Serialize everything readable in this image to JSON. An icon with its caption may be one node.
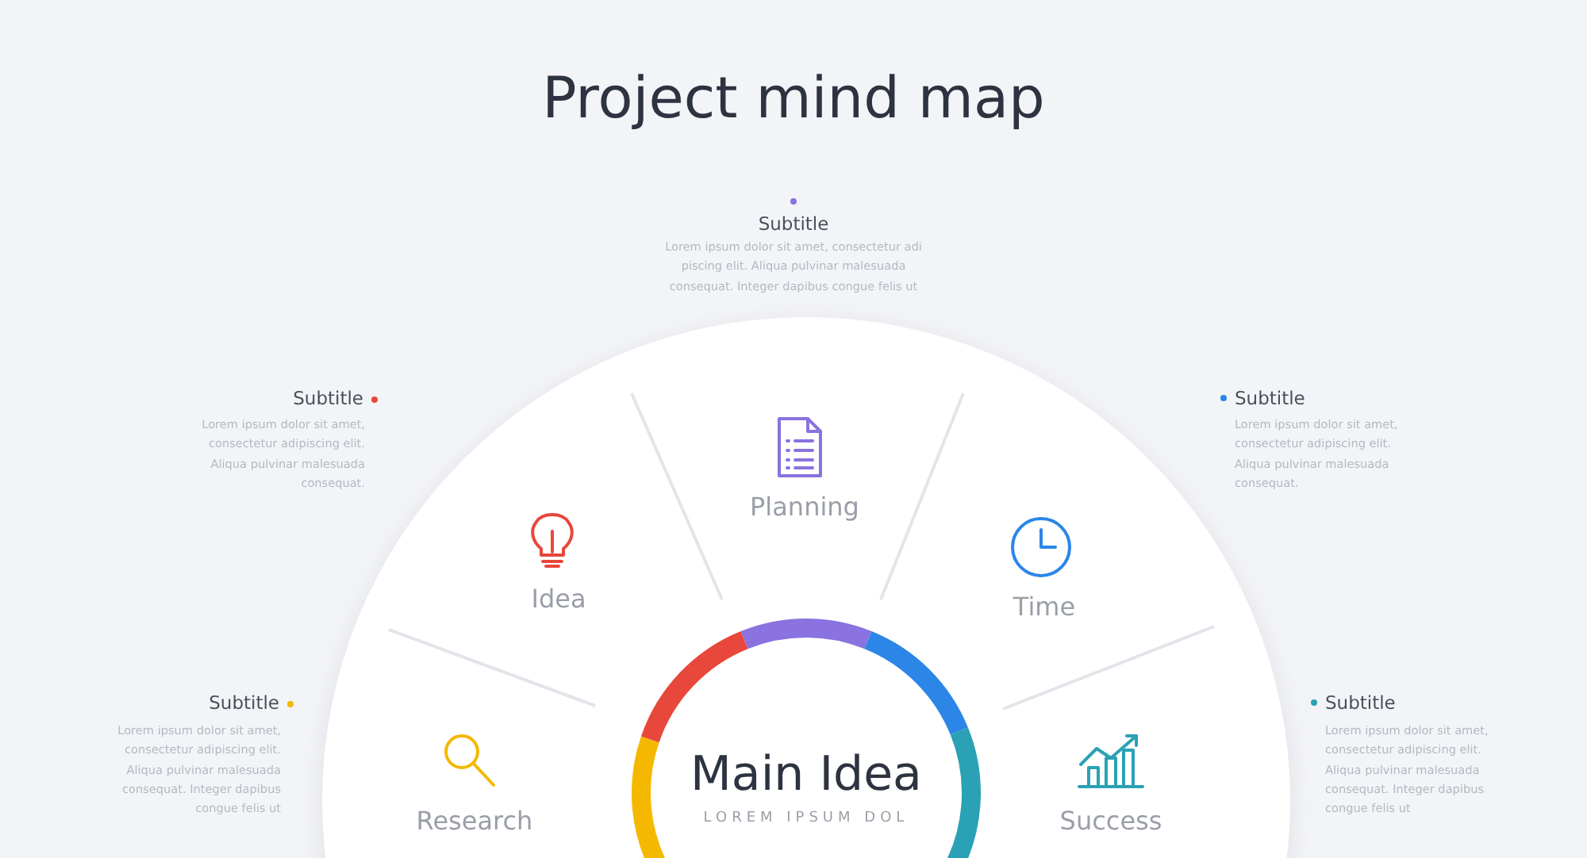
{
  "diagram": {
    "title": "Project mind map",
    "nodes": [
      {
        "text": [
          "Main Idea",
          "LOREM IPSUM DOL"
        ]
      },
      {
        "text": [
          "Research"
        ]
      },
      {
        "text": [
          "Idea"
        ]
      },
      {
        "text": [
          "Planning"
        ]
      },
      {
        "text": [
          "Time"
        ]
      },
      {
        "text": [
          "Success"
        ]
      }
    ],
    "labels": [
      "Subtitle",
      "Lorem ipsum dolor sit amet, consectetur adi piscing elit. Aliqua pulvinar malesuada consequat. Integer dapibus congue felis ut",
      "Subtitle",
      "Lorem ipsum dolor sit amet, consectetur adipiscing elit. Aliqua pulvinar malesuada consequat.",
      "Subtitle",
      "Lorem ipsum dolor sit amet, consectetur adipiscing elit. Aliqua pulvinar malesuada consequat.",
      "Subtitle",
      "Lorem ipsum dolor sit amet, consectetur adipiscing elit. Aliqua pulvinar malesuada consequat. Integer dapibus congue felis ut",
      "Subtitle",
      "Lorem ipsum dolor sit amet, consectetur adipiscing elit. Aliqua pulvinar malesuada consequat. Integer dapibus congue felis ut"
    ]
  }
}
